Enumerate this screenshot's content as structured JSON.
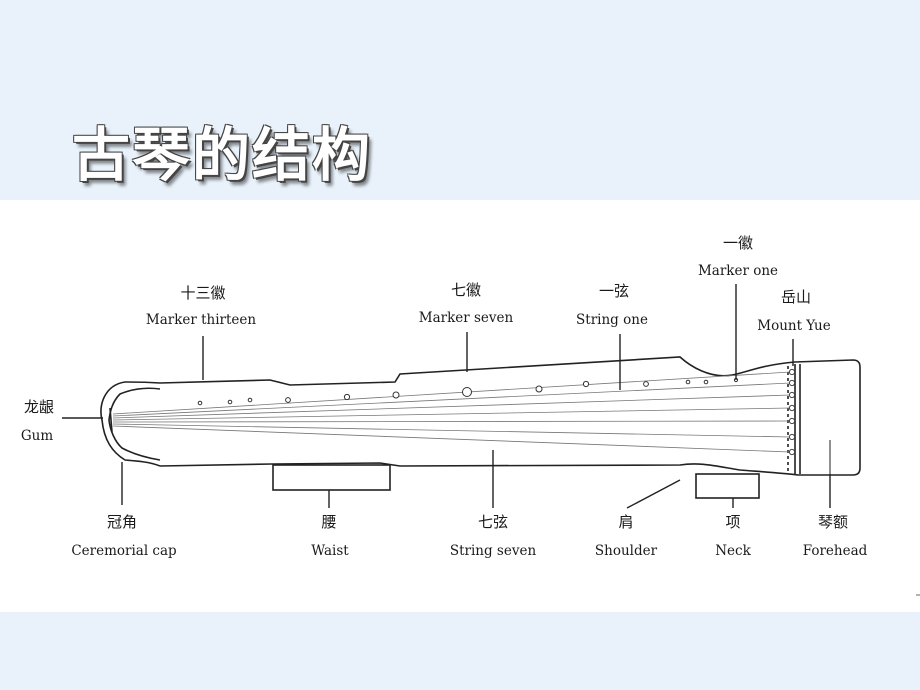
{
  "slide": {
    "title": "古琴的结构"
  },
  "parts": {
    "marker_thirteen": {
      "zh": "十三徽",
      "en": "Marker thirteen"
    },
    "marker_seven": {
      "zh": "七徽",
      "en": "Marker seven"
    },
    "string_one": {
      "zh": "一弦",
      "en": "String one"
    },
    "marker_one": {
      "zh": "一徽",
      "en": "Marker one"
    },
    "mount_yue": {
      "zh": "岳山",
      "en": "Mount Yue"
    },
    "gum": {
      "zh": "龙龈",
      "en": "Gum"
    },
    "ceremonial_cap": {
      "zh": "冠角",
      "en": "Ceremorial cap"
    },
    "waist": {
      "zh": "腰",
      "en": "Waist"
    },
    "string_seven": {
      "zh": "七弦",
      "en": "String seven"
    },
    "shoulder": {
      "zh": "肩",
      "en": "Shoulder"
    },
    "neck": {
      "zh": "项",
      "en": "Neck"
    },
    "forehead": {
      "zh": "琴额",
      "en": "Forehead"
    }
  }
}
